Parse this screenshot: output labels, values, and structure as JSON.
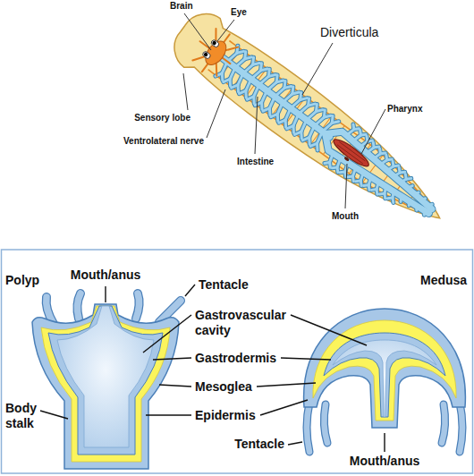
{
  "diagram": {
    "labels": [
      "Brain",
      "Eye",
      "Diverticula",
      "Sensory lobe",
      "Ventrolateral nerve",
      "Intestine",
      "Pharynx",
      "Mouth",
      "Polyp",
      "Mouth/anus",
      "Tentacle",
      "Gastrovascular cavity",
      "Gastrodermis",
      "Mesoglea",
      "Epidermis",
      "Medusa",
      "Body stalk",
      "Tentacle",
      "Mouth/anus"
    ]
  }
}
